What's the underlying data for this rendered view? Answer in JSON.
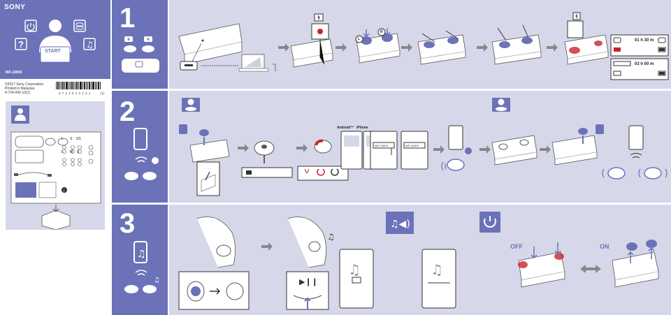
{
  "brand": "SONY",
  "model": "WF-1000X",
  "copyright": [
    "©2017 Sony Corporation",
    "Printed in Malaysia",
    "4-724-042-13(1)"
  ],
  "barcode_digits": "4 7 2 4 0 4 2 1 3 1",
  "barcode_suffix": "(1)",
  "start_label": "START",
  "steps": [
    {
      "number": "1"
    },
    {
      "number": "2"
    },
    {
      "number": "3"
    }
  ],
  "pairing": {
    "android": "Android™",
    "iphone": "iPhone",
    "device_name": "WF-1000X",
    "device_name_list": "WF-1000X"
  },
  "sizes": [
    "L",
    "S",
    "SS",
    "L",
    "M",
    "S"
  ],
  "charge_times": [
    {
      "label": "01 h 30 m",
      "h": "01",
      "m": "30"
    },
    {
      "label": "03 h 00 m",
      "h": "03",
      "m": "00"
    }
  ],
  "power": {
    "off": "OFF",
    "on": "ON"
  },
  "lr": {
    "left": "L",
    "right": "R"
  },
  "colors": {
    "accent": "#6b72b8",
    "panel": "#d6d8ea",
    "red": "#c8252e"
  }
}
